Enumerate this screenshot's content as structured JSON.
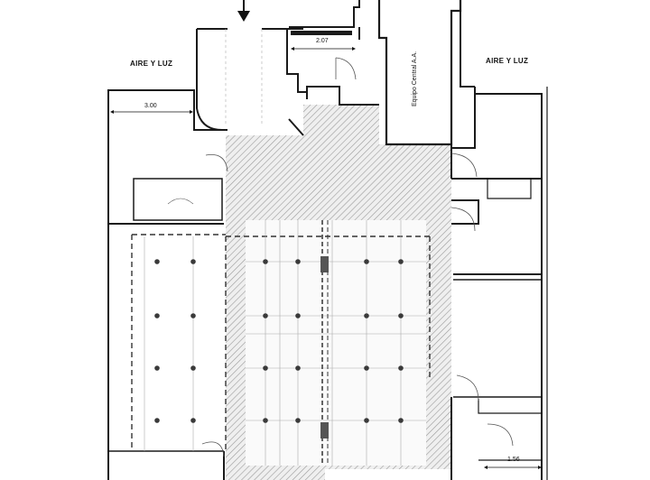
{
  "plan": {
    "labels": {
      "air_light_left": "AIRE Y LUZ",
      "air_light_right": "AIRE Y LUZ",
      "central_equipment": "Equipo Central A.A.",
      "dim_top": "2.07",
      "dim_left": "3.00",
      "dim_bottom": "1.56"
    },
    "colors": {
      "line": "#1a1a1a",
      "hatch": "#9a9a9a",
      "dash": "#333333",
      "column": "#3a3a3a"
    }
  }
}
